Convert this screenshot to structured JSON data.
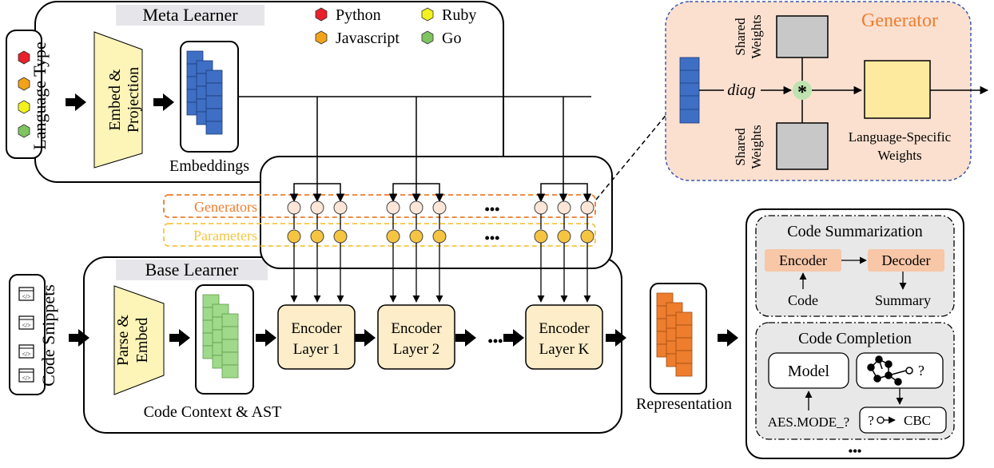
{
  "meta_learner": {
    "title": "Meta Learner",
    "language_type_label": "Language Type",
    "embed_projection_label": [
      "Embed &",
      "Projection"
    ],
    "embeddings_label": "Embeddings",
    "legend": [
      {
        "label": "Python",
        "color": "#e8212a"
      },
      {
        "label": "Ruby",
        "color": "#f2f21e"
      },
      {
        "label": "Javascript",
        "color": "#f2a31a"
      },
      {
        "label": "Go",
        "color": "#7ec460"
      }
    ]
  },
  "generator_panel": {
    "title": "Generator",
    "shared_weights_label": [
      "Shared",
      "Weights"
    ],
    "diag_label": "diag",
    "operator_symbol": "*",
    "language_specific_label": [
      "Language-Specific",
      "Weights"
    ]
  },
  "middle": {
    "generators_label": "Generators",
    "parameters_label": "Parameters",
    "ellipsis": "•••"
  },
  "base_learner": {
    "title": "Base Learner",
    "code_snippets_label": "Code Snippets",
    "snippet_icon_text": "</>",
    "parse_embed_label": [
      "Parse &",
      "Embed"
    ],
    "code_context_label": "Code Context & AST",
    "encoder_layers": [
      {
        "line1": "Encoder",
        "line2": "Layer 1"
      },
      {
        "line1": "Encoder",
        "line2": "Layer 2"
      },
      {
        "line1": "Encoder",
        "line2": "Layer K"
      }
    ],
    "ellipsis": "•••"
  },
  "representation_label": "Representation",
  "tasks": {
    "summarization": {
      "title": "Code Summarization",
      "encoder": "Encoder",
      "decoder": "Decoder",
      "code": "Code",
      "summary": "Summary"
    },
    "completion": {
      "title": "Code Completion",
      "model": "Model",
      "query": "?",
      "input": "AES.MODE_?",
      "result_q": "?",
      "result": "CBC"
    },
    "more": "•••"
  },
  "colors": {
    "python": "#e8212a",
    "ruby": "#f2f21e",
    "javascript": "#f2a31a",
    "go": "#7ec460",
    "embedding_blue": "#3e6fc4",
    "context_green": "#9fd98a",
    "representation_orange": "#ee7d2e",
    "generator_panel_bg": "#fbe0d0",
    "generators_orange": "#ee7d2e",
    "parameters_yellow": "#f5c542",
    "encoder_fill": "#fdedc8",
    "trapezoid_fill": "#fdf4b8"
  }
}
